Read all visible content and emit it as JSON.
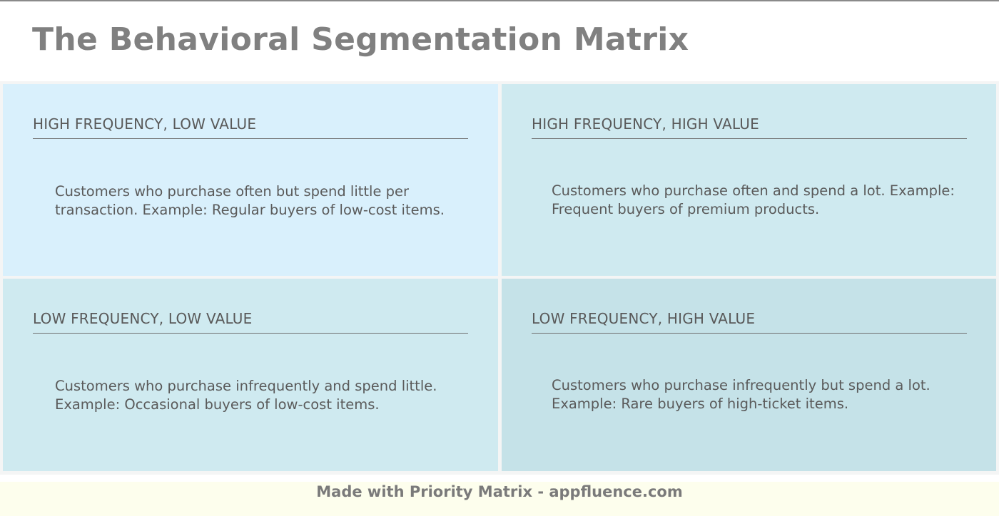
{
  "header": {
    "title": "The Behavioral Segmentation Matrix"
  },
  "colors": {
    "title_text": "#808080",
    "body_text": "#595959",
    "gap": "#f4f5f5",
    "footer_bg": "#fdfeed"
  },
  "quadrants": [
    {
      "position": "top-left",
      "title": "HIGH FREQUENCY, LOW VALUE",
      "description": "Customers who purchase often but spend little per transaction. Example: Regular buyers of low-cost items.",
      "color": "#d9f0fc"
    },
    {
      "position": "top-right",
      "title": "HIGH FREQUENCY, HIGH VALUE",
      "description": "Customers who purchase often and spend a lot. Example: Frequent buyers of premium products.",
      "color": "#cfeaf0"
    },
    {
      "position": "bottom-left",
      "title": "LOW FREQUENCY, LOW VALUE",
      "description": "Customers who purchase infrequently and spend little. Example: Occasional buyers of low-cost items.",
      "color": "#cfeaf0"
    },
    {
      "position": "bottom-right",
      "title": "LOW FREQUENCY, HIGH VALUE",
      "description": "Customers who purchase infrequently but spend a lot. Example: Rare buyers of high-ticket items.",
      "color": "#c5e2e8"
    }
  ],
  "footer": {
    "text": "Made with Priority Matrix - appfluence.com"
  }
}
